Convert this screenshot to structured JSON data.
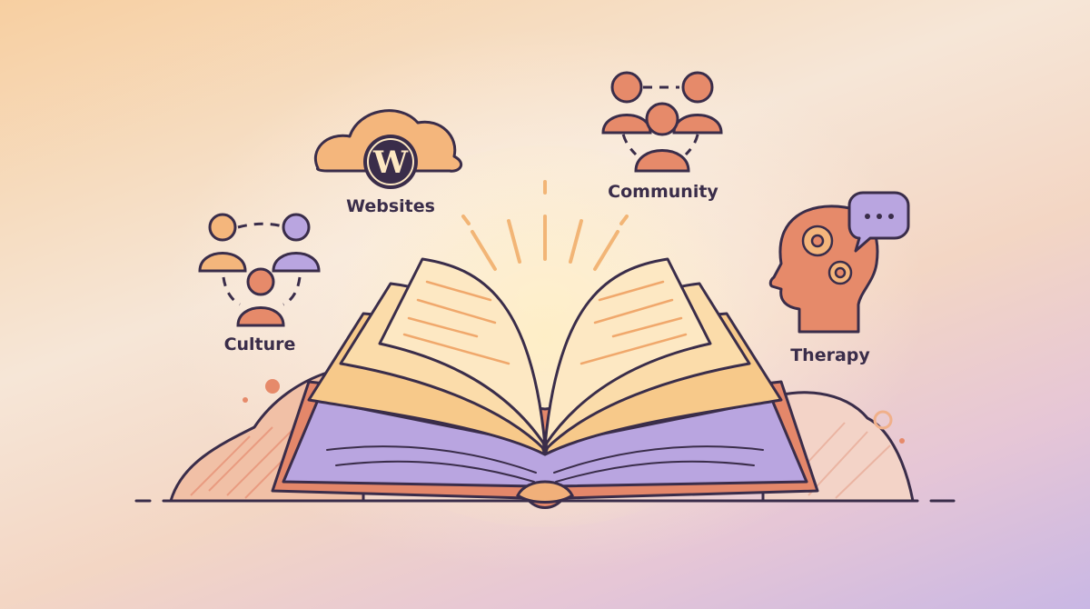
{
  "labels": {
    "websites": "Websites",
    "community": "Community",
    "culture": "Culture",
    "therapy": "Therapy"
  },
  "icons": {
    "websites": "wordpress-cloud-icon",
    "community": "people-group-icon",
    "culture": "connected-people-icon",
    "therapy": "head-gears-speech-icon",
    "center": "open-book-illustration"
  },
  "colors": {
    "background_warm": "#f7cfa1",
    "background_cool": "#c9b7e4",
    "outline": "#3a2d4a",
    "coral": "#e68a6a",
    "peach": "#f4b67c",
    "lavender": "#b9a5e0",
    "page_cream": "#fbe3b8"
  }
}
